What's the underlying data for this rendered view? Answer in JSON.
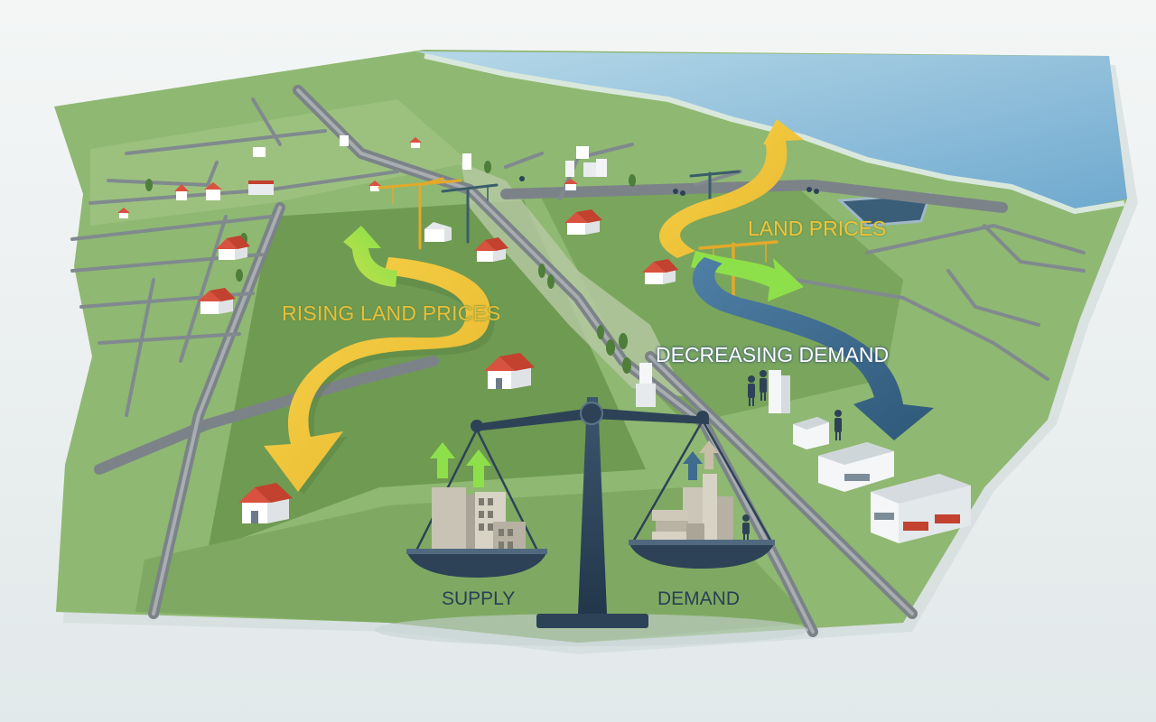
{
  "labels": {
    "rising_land_prices": "RISING LAND PRICES",
    "land_prices": "LAND PRICES",
    "decreasing_demand": "DECREASING DEMAND",
    "supply": "SUPPLY",
    "demand": "DEMAND"
  },
  "colors": {
    "land_green": "#8fb872",
    "field_green": "#6f9a52",
    "road_gray": "#7b8388",
    "water_blue": "#9cc8de",
    "arrow_yellow": "#f0c23a",
    "arrow_green": "#8ee04a",
    "arrow_blue": "#3f6b8f",
    "scale_navy": "#2d4257",
    "house_roof": "#d9513f"
  },
  "icons": [
    "house-icon",
    "crane-icon",
    "person-icon",
    "building-icon",
    "balance-scale-icon",
    "up-arrow-icon",
    "tree-icon"
  ]
}
